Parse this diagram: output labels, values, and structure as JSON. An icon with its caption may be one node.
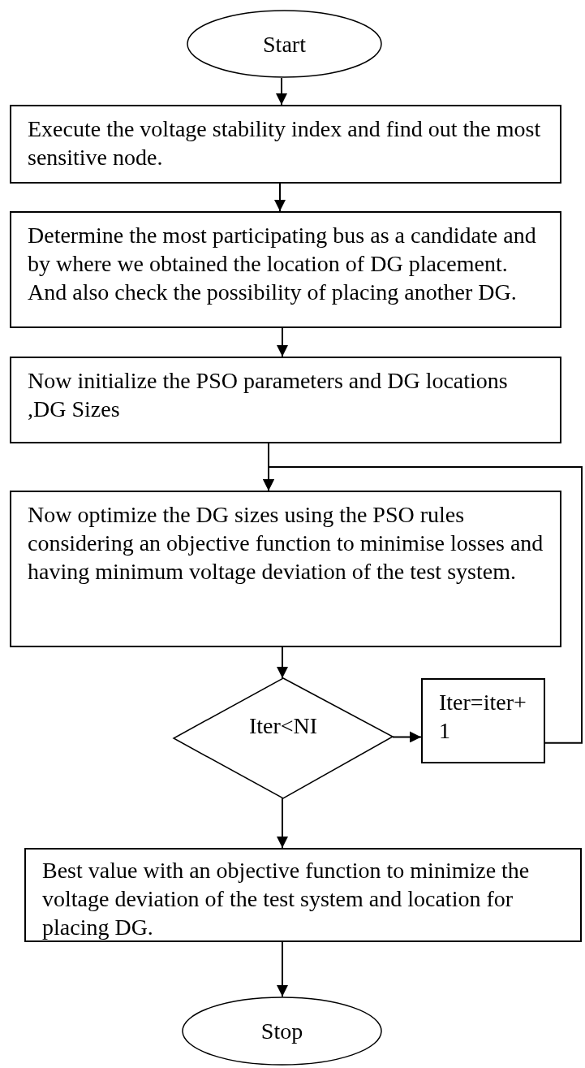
{
  "diagram": {
    "nodes": [
      {
        "text": [
          "Start"
        ]
      },
      {
        "text": [
          "Execute the voltage stability index and find out the most sensitive node."
        ]
      },
      {
        "text": [
          "Determine the most participating bus as a candidate and by where we obtained the location of DG placement. And also check the possibility of placing another DG."
        ]
      },
      {
        "text": [
          "Now initialize the PSO parameters and DG locations ,DG Sizes"
        ]
      },
      {
        "text": [
          "Now optimize the DG sizes using the PSO rules considering an objective function to minimise losses  and having minimum voltage deviation of the test system."
        ]
      },
      {
        "text": [
          "Iter<NI"
        ]
      },
      {
        "text": [
          "Iter=iter+ 1"
        ]
      },
      {
        "text": [
          "Best value with an objective function to minimize the voltage deviation of the test system and location for placing DG."
        ]
      },
      {
        "text": [
          "Stop"
        ]
      }
    ],
    "edges": [
      {
        "from": 0,
        "to": 1,
        "arrow": "to"
      },
      {
        "from": 1,
        "to": 2,
        "arrow": "to"
      },
      {
        "from": 2,
        "to": 3,
        "arrow": "to"
      },
      {
        "from": 3,
        "to": 4,
        "arrow": "to"
      },
      {
        "from": 4,
        "to": 5,
        "arrow": "to"
      },
      {
        "from": 5,
        "to": 6,
        "arrow": "to"
      },
      {
        "from": 6,
        "to": 4,
        "arrow": "to"
      },
      {
        "from": 5,
        "to": 7,
        "arrow": "to"
      },
      {
        "from": 7,
        "to": 8,
        "arrow": "to"
      }
    ]
  }
}
